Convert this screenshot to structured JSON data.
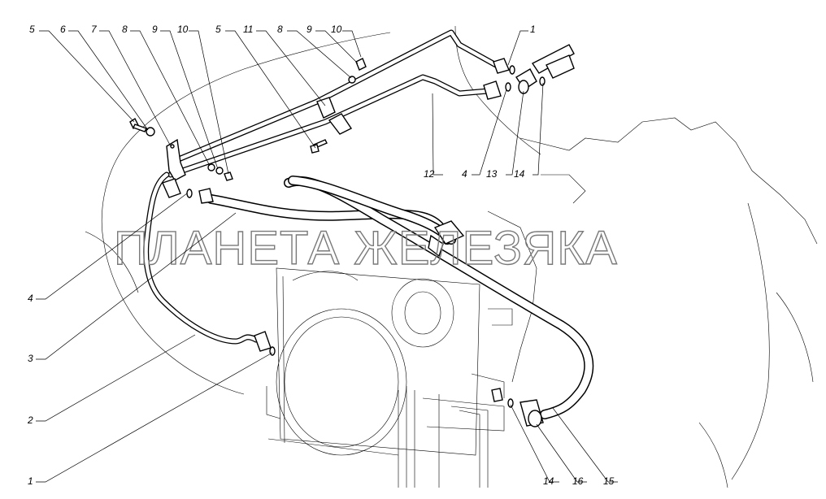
{
  "watermark": "ПЛАНЕТА ЖЕЛЕЗЯКА",
  "callouts": {
    "c5a": "5",
    "c6": "6",
    "c7": "7",
    "c8a": "8",
    "c9a": "9",
    "c10a": "10",
    "c5b": "5",
    "c11": "11",
    "c8b": "8",
    "c9b": "9",
    "c10b": "10",
    "c1a": "1",
    "c12": "12",
    "c4a": "4",
    "c13": "13",
    "c14a": "14",
    "c4b": "4",
    "c3": "3",
    "c2": "2",
    "c1b": "1",
    "c14b": "14",
    "c16": "16",
    "c15": "15"
  }
}
